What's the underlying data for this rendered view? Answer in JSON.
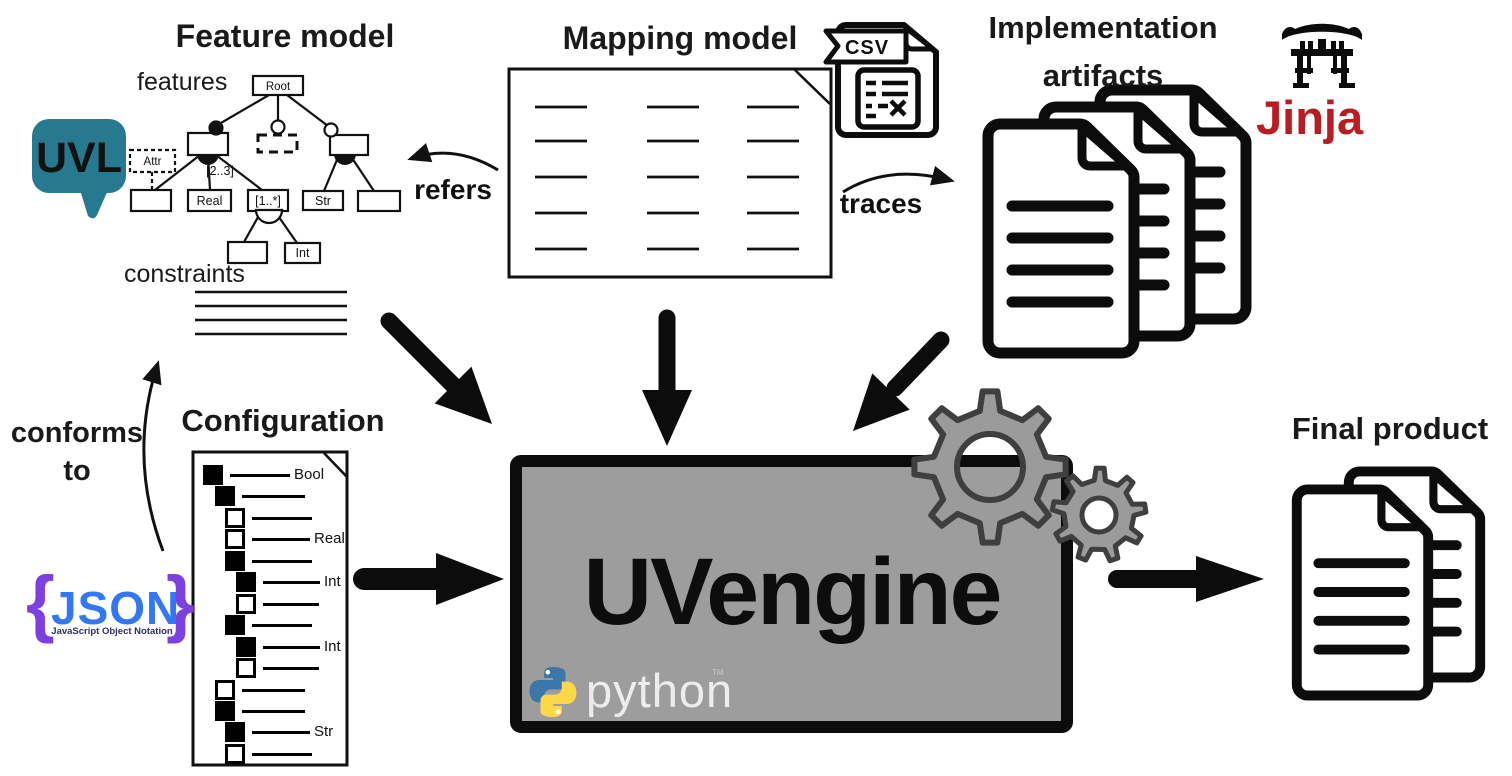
{
  "diagram": {
    "feature_model": {
      "title": "Feature model",
      "features_label": "features",
      "constraints_label": "constraints",
      "uvl_logo_text": "UVL",
      "nodes": {
        "root": "Root",
        "attr": "Attr",
        "real": "Real",
        "group_cardinality": "[2..3]",
        "feature_cardinality": "[1..*]",
        "str": "Str",
        "int": "Int"
      }
    },
    "mapping_model": {
      "title": "Mapping model",
      "csv_icon_text": "CSV",
      "refers_label": "refers",
      "traces_label": "traces"
    },
    "implementation_artifacts": {
      "title_line1": "Implementation",
      "title_line2": "artifacts",
      "jinja_label": "Jinja"
    },
    "configuration": {
      "title": "Configuration",
      "conforms_line1": "conforms",
      "conforms_line2": "to",
      "json_logo": {
        "brace_left": "{",
        "name": "JSON",
        "brace_right": "}",
        "subtitle": "JavaScript Object Notation"
      },
      "rows": [
        {
          "checked": true,
          "indent": 0,
          "label": "Bool"
        },
        {
          "checked": true,
          "indent": 1,
          "label": ""
        },
        {
          "checked": false,
          "indent": 2,
          "label": ""
        },
        {
          "checked": false,
          "indent": 2,
          "label": "Real"
        },
        {
          "checked": true,
          "indent": 2,
          "label": ""
        },
        {
          "checked": true,
          "indent": 3,
          "label": "Int"
        },
        {
          "checked": false,
          "indent": 3,
          "label": ""
        },
        {
          "checked": true,
          "indent": 2,
          "label": ""
        },
        {
          "checked": true,
          "indent": 3,
          "label": "Int"
        },
        {
          "checked": false,
          "indent": 3,
          "label": ""
        },
        {
          "checked": false,
          "indent": 1,
          "label": ""
        },
        {
          "checked": true,
          "indent": 1,
          "label": ""
        },
        {
          "checked": true,
          "indent": 2,
          "label": "Str"
        },
        {
          "checked": false,
          "indent": 2,
          "label": ""
        }
      ]
    },
    "engine": {
      "name": "UVengine",
      "python_label": "python",
      "python_tm": "TM"
    },
    "final_product": {
      "title": "Final product"
    },
    "colors": {
      "uvl_teal": "#26798f",
      "jinja_red": "#b91d22",
      "json_purple": "#7c3fe0",
      "json_blue": "#3377f2",
      "json_subtitle": "#2e2e66",
      "engine_gray": "#9d9d9d",
      "gear_gray": "#9b9b9b",
      "gear_outline": "#3f3f3f",
      "python_blue": "#3b77a8",
      "python_yellow": "#ffd84a"
    }
  }
}
